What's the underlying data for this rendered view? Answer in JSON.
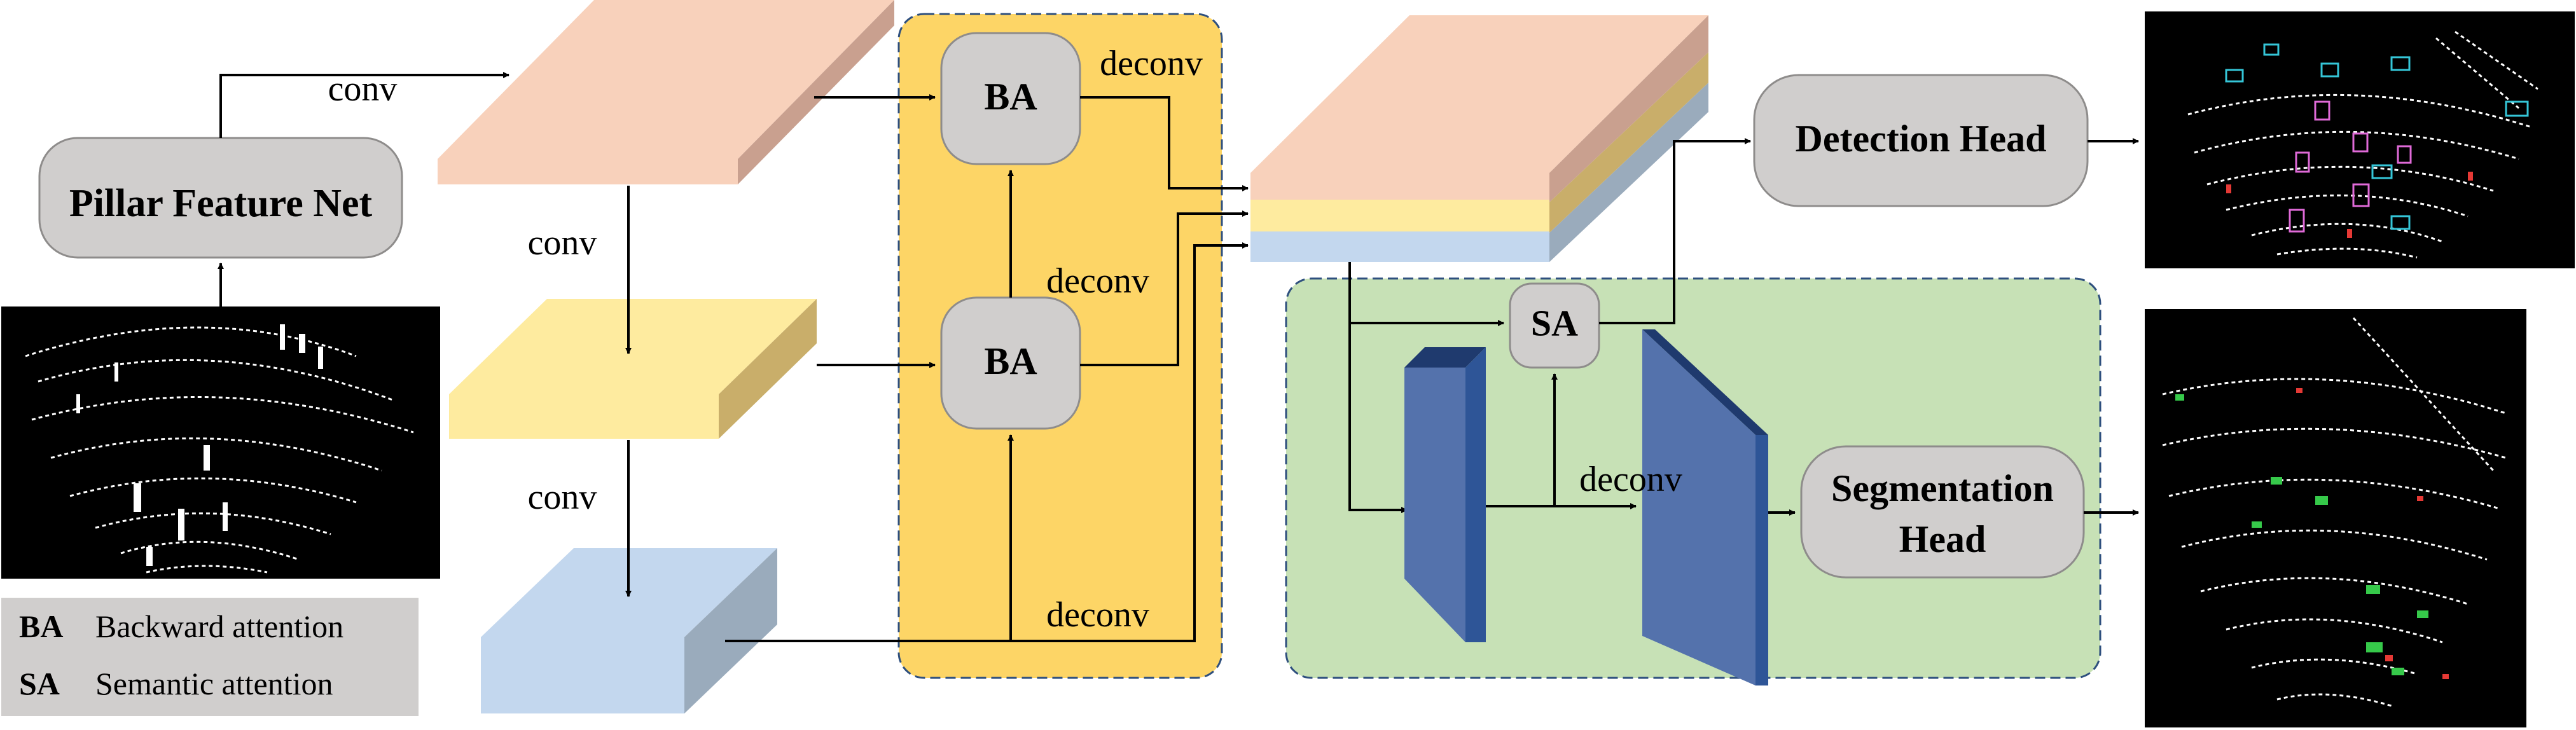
{
  "blocks": {
    "pillar_feature_net": "Pillar Feature Net",
    "ba_top": "BA",
    "ba_mid": "BA",
    "sa": "SA",
    "detection_head": "Detection Head",
    "segmentation_head_line1": "Segmentation",
    "segmentation_head_line2": "Head"
  },
  "edge_labels": {
    "conv_1": "conv",
    "conv_2": "conv",
    "conv_3": "conv",
    "deconv_ba_top": "deconv",
    "deconv_ba_mid": "deconv",
    "deconv_bottom": "deconv",
    "deconv_seg": "deconv"
  },
  "legend": [
    {
      "abbr": "BA",
      "text": "Backward attention"
    },
    {
      "abbr": "SA",
      "text": "Semantic attention"
    }
  ],
  "colors": {
    "feature_orange": "#f8d1bb",
    "feature_yellow": "#feeb9f",
    "feature_blue": "#c3d7ee",
    "attention_panel": "#fdd566",
    "segmentation_panel": "#c7e1b6",
    "block_gray": "#d0cecd",
    "deconv_blue": "#2e5597"
  }
}
